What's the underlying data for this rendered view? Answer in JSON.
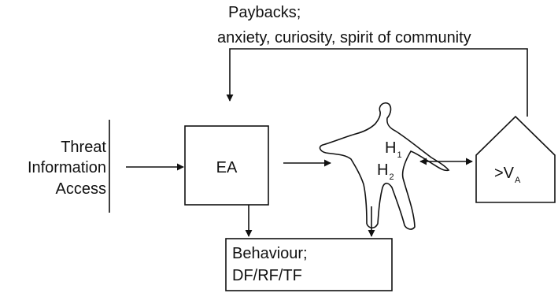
{
  "feedback": {
    "line1": "Paybacks;",
    "line2": "anxiety, curiosity, spirit of community"
  },
  "inputs": {
    "threat": "Threat",
    "information": "Information",
    "access": "Access"
  },
  "ea": {
    "label": "EA"
  },
  "human": {
    "h1": {
      "base": "H",
      "sub": "1"
    },
    "h2": {
      "base": "H",
      "sub": "2"
    }
  },
  "value_house": {
    "prefix": ">V",
    "sub": "A"
  },
  "behaviour": {
    "line1": "Behaviour;",
    "line2": "DF/RF/TF"
  }
}
